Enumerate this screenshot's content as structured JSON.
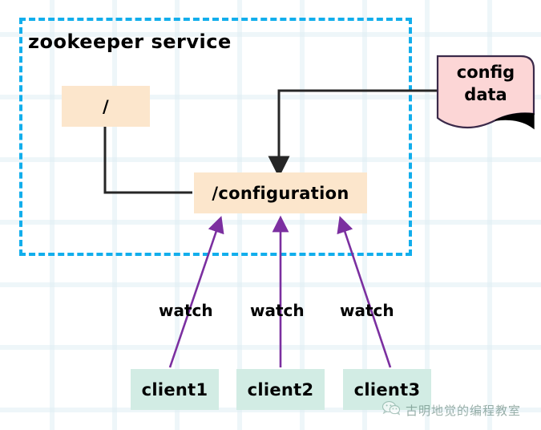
{
  "diagram": {
    "title_boundary": "zookeeper service",
    "nodes": {
      "root": "/",
      "configuration": "/configuration",
      "config_data_line1": "config",
      "config_data_line2": "data",
      "client1": "client1",
      "client2": "client2",
      "client3": "client3"
    },
    "edge_labels": {
      "watch1": "watch",
      "watch2": "watch",
      "watch3": "watch"
    },
    "colors": {
      "boundary_dashed": "#12aeec",
      "node_orange": "#fce6cc",
      "node_green": "#d2ece4",
      "node_pink": "#fcd6d6",
      "arrow_black": "#262626",
      "arrow_purple": "#7b2fa0",
      "watermark_text": "#5c7f74"
    }
  },
  "watermark": {
    "icon": "wechat-icon",
    "text": "古明地觉的编程教室"
  }
}
